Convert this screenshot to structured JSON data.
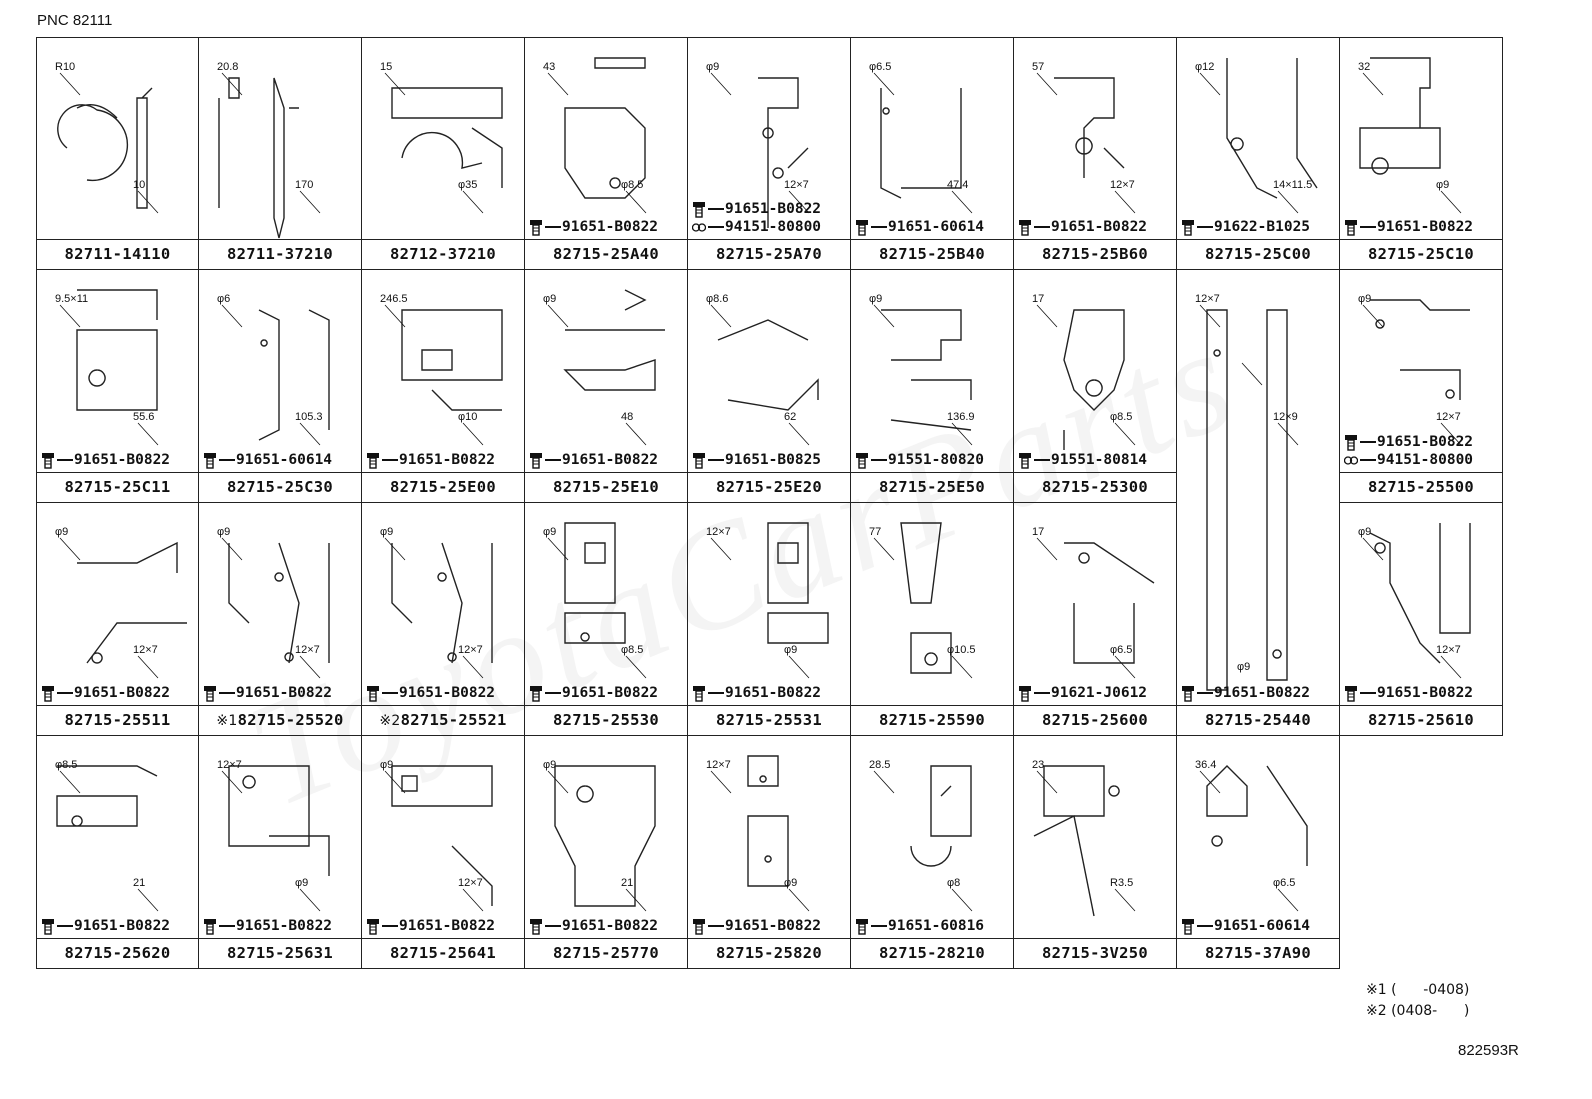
{
  "header": {
    "pnc": "PNC 82111"
  },
  "watermark": "ToyotaCarParts",
  "parts": [
    {
      "label": "82711-14110",
      "dims": [
        "R10",
        "10"
      ],
      "bolts": []
    },
    {
      "label": "82711-37210",
      "dims": [
        "20.8",
        "170"
      ],
      "bolts": []
    },
    {
      "label": "82712-37210",
      "dims": [
        "15",
        "φ35"
      ],
      "bolts": []
    },
    {
      "label": "82715-25A40",
      "dims": [
        "43",
        "φ8.5"
      ],
      "bolts": [
        {
          "kind": "bolt",
          "code": "91651-B0822"
        }
      ]
    },
    {
      "label": "82715-25A70",
      "dims": [
        "φ9",
        "12×7"
      ],
      "bolts": [
        {
          "kind": "bolt",
          "code": "91651-B0822"
        },
        {
          "kind": "washer",
          "code": "94151-80800"
        }
      ]
    },
    {
      "label": "82715-25B40",
      "dims": [
        "φ6.5",
        "47.4"
      ],
      "bolts": [
        {
          "kind": "bolt",
          "code": "91651-60614"
        }
      ]
    },
    {
      "label": "82715-25B60",
      "dims": [
        "57",
        "12×7"
      ],
      "bolts": [
        {
          "kind": "bolt",
          "code": "91651-B0822"
        }
      ]
    },
    {
      "label": "82715-25C00",
      "dims": [
        "φ12",
        "14×11.5"
      ],
      "bolts": [
        {
          "kind": "bolt",
          "code": "91622-B1025"
        }
      ]
    },
    {
      "label": "82715-25C10",
      "dims": [
        "32",
        "φ9"
      ],
      "bolts": [
        {
          "kind": "bolt",
          "code": "91651-B0822"
        }
      ]
    },
    {
      "label": "82715-25C11",
      "dims": [
        "9.5×11",
        "55.6"
      ],
      "bolts": [
        {
          "kind": "bolt",
          "code": "91651-B0822"
        }
      ]
    },
    {
      "label": "82715-25C30",
      "dims": [
        "φ6",
        "105.3"
      ],
      "bolts": [
        {
          "kind": "bolt",
          "code": "91651-60614"
        }
      ]
    },
    {
      "label": "82715-25E00",
      "dims": [
        "246.5",
        "φ10"
      ],
      "bolts": [
        {
          "kind": "bolt",
          "code": "91651-B0822"
        }
      ]
    },
    {
      "label": "82715-25E10",
      "dims": [
        "φ9",
        "48"
      ],
      "bolts": [
        {
          "kind": "bolt",
          "code": "91651-B0822"
        }
      ]
    },
    {
      "label": "82715-25E20",
      "dims": [
        "φ8.6",
        "62"
      ],
      "bolts": [
        {
          "kind": "bolt",
          "code": "91651-B0825"
        }
      ]
    },
    {
      "label": "82715-25E50",
      "dims": [
        "φ9",
        "136.9"
      ],
      "bolts": [
        {
          "kind": "bolt",
          "code": "91551-80820"
        }
      ]
    },
    {
      "label": "82715-25300",
      "dims": [
        "17",
        "φ8.5"
      ],
      "bolts": [
        {
          "kind": "bolt",
          "code": "91551-80814"
        }
      ]
    },
    {
      "label": "82715-25440",
      "dims": [
        "12×7",
        "12×9",
        "φ9"
      ],
      "bolts": [
        {
          "kind": "bolt",
          "code": "91651-B0822"
        }
      ]
    },
    {
      "label": "82715-25500",
      "dims": [
        "φ9",
        "12×7"
      ],
      "bolts": [
        {
          "kind": "bolt",
          "code": "91651-B0822"
        },
        {
          "kind": "washer",
          "code": "94151-80800"
        }
      ]
    },
    {
      "label": "82715-25511",
      "dims": [
        "φ9",
        "12×7"
      ],
      "bolts": [
        {
          "kind": "bolt",
          "code": "91651-B0822"
        }
      ]
    },
    {
      "label": "82715-25520",
      "mark": "※1",
      "dims": [
        "φ9",
        "12×7"
      ],
      "bolts": [
        {
          "kind": "bolt",
          "code": "91651-B0822"
        }
      ]
    },
    {
      "label": "82715-25521",
      "mark": "※2",
      "dims": [
        "φ9",
        "12×7"
      ],
      "bolts": [
        {
          "kind": "bolt",
          "code": "91651-B0822"
        }
      ]
    },
    {
      "label": "82715-25530",
      "dims": [
        "φ9",
        "φ8.5"
      ],
      "bolts": [
        {
          "kind": "bolt",
          "code": "91651-B0822"
        }
      ]
    },
    {
      "label": "82715-25531",
      "dims": [
        "12×7",
        "φ9"
      ],
      "bolts": [
        {
          "kind": "bolt",
          "code": "91651-B0822"
        }
      ]
    },
    {
      "label": "82715-25590",
      "dims": [
        "77",
        "φ10.5"
      ],
      "bolts": []
    },
    {
      "label": "82715-25600",
      "dims": [
        "17",
        "φ6.5"
      ],
      "bolts": [
        {
          "kind": "bolt",
          "code": "91621-J0612"
        }
      ]
    },
    {
      "label": "82715-25610",
      "dims": [
        "φ9",
        "12×7"
      ],
      "bolts": [
        {
          "kind": "bolt",
          "code": "91651-B0822"
        }
      ]
    },
    {
      "label": "82715-25620",
      "dims": [
        "φ8.5",
        "21"
      ],
      "bolts": [
        {
          "kind": "bolt",
          "code": "91651-B0822"
        }
      ]
    },
    {
      "label": "82715-25631",
      "dims": [
        "12×7",
        "φ9"
      ],
      "bolts": [
        {
          "kind": "bolt",
          "code": "91651-B0822"
        }
      ]
    },
    {
      "label": "82715-25641",
      "dims": [
        "φ9",
        "12×7"
      ],
      "bolts": [
        {
          "kind": "bolt",
          "code": "91651-B0822"
        }
      ]
    },
    {
      "label": "82715-25770",
      "dims": [
        "φ9",
        "21"
      ],
      "bolts": [
        {
          "kind": "bolt",
          "code": "91651-B0822"
        }
      ]
    },
    {
      "label": "82715-25820",
      "dims": [
        "12×7",
        "φ9"
      ],
      "bolts": [
        {
          "kind": "bolt",
          "code": "91651-B0822"
        }
      ]
    },
    {
      "label": "82715-28210",
      "dims": [
        "28.5",
        "φ8"
      ],
      "bolts": [
        {
          "kind": "bolt",
          "code": "91651-60816"
        }
      ]
    },
    {
      "label": "82715-3V250",
      "dims": [
        "23",
        "R3.5"
      ],
      "bolts": []
    },
    {
      "label": "82715-37A90",
      "dims": [
        "36.4",
        "φ6.5"
      ],
      "bolts": [
        {
          "kind": "bolt",
          "code": "91651-60614"
        }
      ]
    }
  ],
  "notes": [
    "※1 (      -0408)",
    "※2 (0408-      )"
  ],
  "drawing_code": "822593R"
}
